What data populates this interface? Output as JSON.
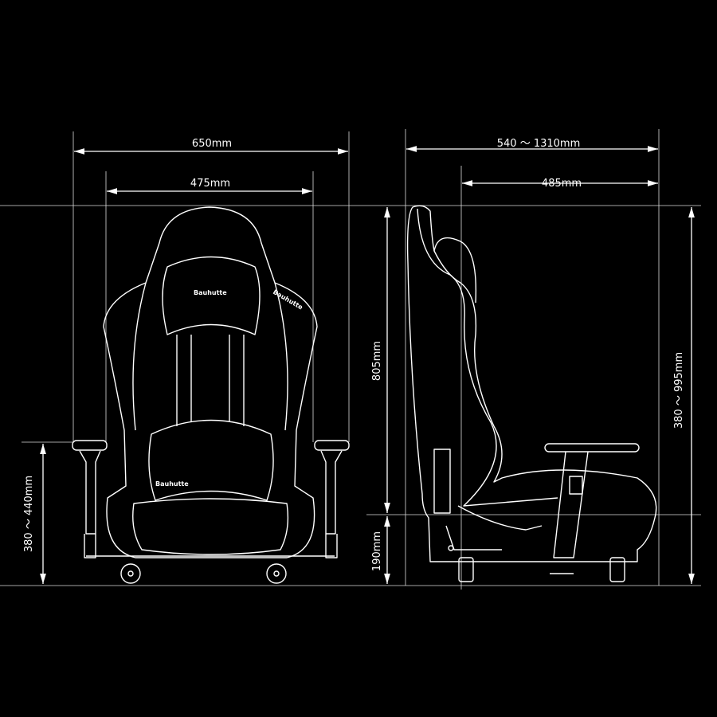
{
  "front_view": {
    "overall_width": "650mm",
    "seat_width": "475mm",
    "armrest_height": "380 ～ 440mm",
    "logo_text": "Bauhutte"
  },
  "side_view": {
    "overall_depth": "540 ～ 1310mm",
    "seat_depth": "485mm",
    "backrest_height": "805mm",
    "seat_base_height": "190mm",
    "total_height": "380 ～ 995mm"
  },
  "colors": {
    "background": "#000000",
    "line": "#ffffff"
  }
}
